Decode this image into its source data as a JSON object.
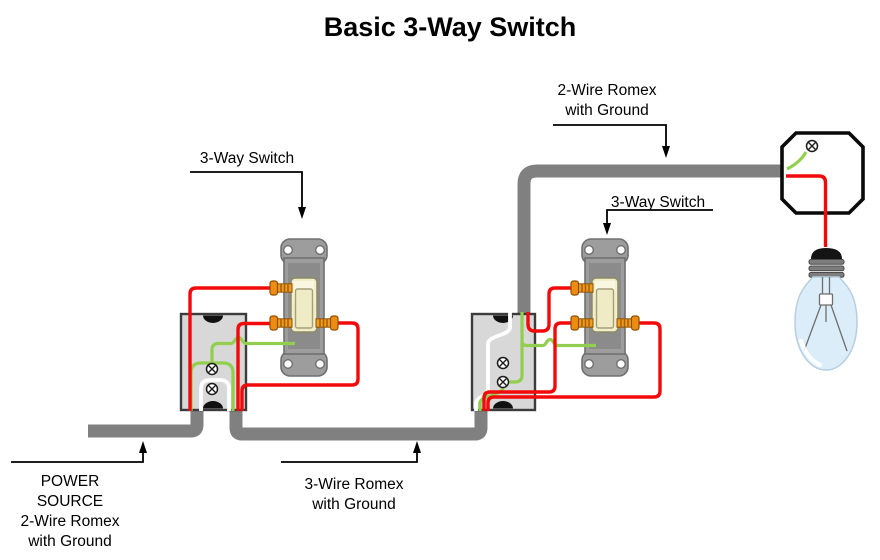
{
  "title": "Basic 3-Way Switch",
  "labels": {
    "switch_left": {
      "text": "3-Way Switch"
    },
    "switch_right": {
      "text": "3-Way Switch"
    },
    "romex_top": {
      "line1": "2-Wire Romex",
      "line2": "with Ground"
    },
    "romex_bottom": {
      "line1": "3-Wire Romex",
      "line2": "with Ground"
    },
    "power_source": {
      "line1": "POWER",
      "line2": "SOURCE",
      "line3": "2-Wire Romex",
      "line4": "with Ground"
    }
  },
  "colors": {
    "wire_red": "#f20a0a",
    "wire_green": "#92cf4e",
    "wire_white": "#ffffff",
    "cable": "#808080",
    "box_fill": "#d8d8d8",
    "box_border": "#3c3c3c",
    "strap": "#9d9d9d",
    "strap_border": "#707070",
    "toggle": "#f2eeca",
    "terminal": "#ee8c12",
    "bulb_glass": "#daedf8"
  }
}
